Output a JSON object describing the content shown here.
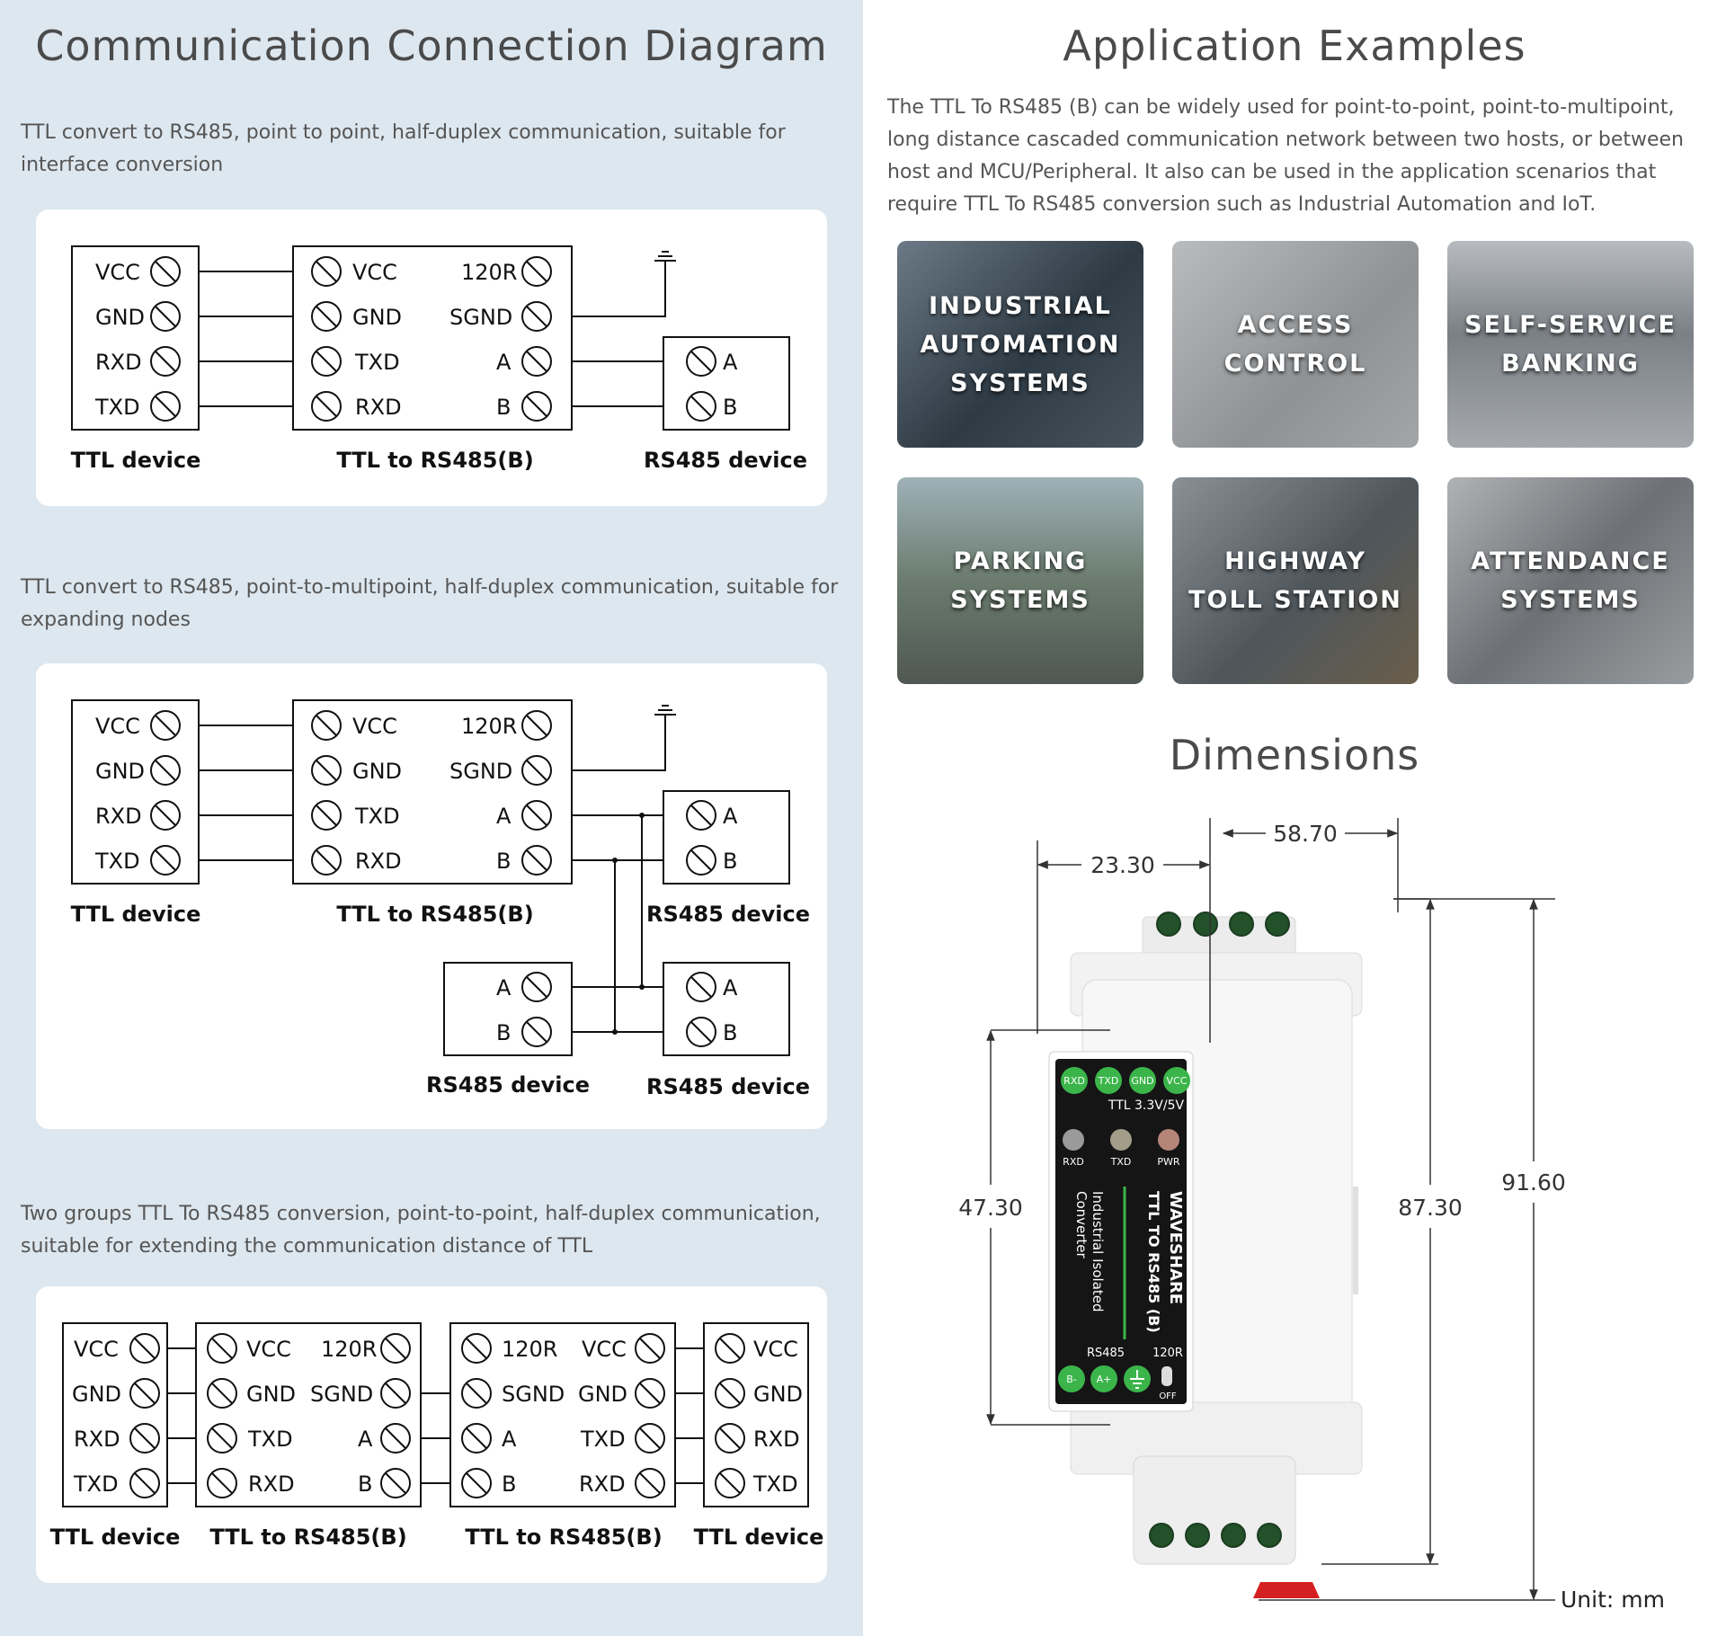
{
  "left": {
    "title": "Communication Connection Diagram",
    "sections": [
      {
        "desc": "TTL convert to RS485, point to point, half-duplex communication, suitable for interface conversion"
      },
      {
        "desc": "TTL convert to RS485, point-to-multipoint, half-duplex communication, suitable for expanding nodes"
      },
      {
        "desc": "Two groups TTL To RS485 conversion, point-to-point, half-duplex communication, suitable for extending the communication distance of TTL"
      }
    ],
    "labels": {
      "ttl_device": "TTL device",
      "converter": "TTL to RS485(B)",
      "rs485_device": "RS485 device",
      "vcc": "VCC",
      "gnd": "GND",
      "rxd": "RXD",
      "txd": "TXD",
      "r120": "120R",
      "sgnd": "SGND",
      "a": "A",
      "b": "B"
    }
  },
  "right": {
    "title": "Application Examples",
    "desc": "The TTL To RS485 (B) can be widely used for point-to-point, point-to-multipoint, long distance cascaded communication network between two hosts, or between host and MCU/Peripheral. It also can be used in the application scenarios that require TTL To RS485 conversion such as Industrial Automation and IoT.",
    "tiles": [
      {
        "label": "INDUSTRIAL\nAUTOMATION\nSYSTEMS",
        "color": "#3c4a55"
      },
      {
        "label": "ACCESS\nCONTROL",
        "color": "#9a9c9e"
      },
      {
        "label": "SELF-SERVICE\nBANKING",
        "color": "#8e9296"
      },
      {
        "label": "PARKING\nSYSTEMS",
        "color": "#6f7c74"
      },
      {
        "label": "HIGHWAY\nTOLL STATION",
        "color": "#5d656b"
      },
      {
        "label": "ATTENDANCE\nSYSTEMS",
        "color": "#8d9094"
      }
    ],
    "dimensions_title": "Dimensions",
    "dims": {
      "w1": "58.70",
      "w2": "23.30",
      "h1": "47.30",
      "h2": "87.30",
      "h3": "91.60",
      "unit": "Unit:  mm"
    },
    "device_text": {
      "pins_top": [
        "RXD",
        "TXD",
        "GND",
        "VCC"
      ],
      "ttl_label": "TTL   3.3V/5V",
      "leds": [
        "RXD",
        "TXD",
        "PWR"
      ],
      "brand": "WAVESHARE",
      "model": "TTL TO RS485 (B)",
      "line1": "Industrial Isolated",
      "line2": "Converter",
      "rs485": "RS485",
      "r120": "120R",
      "off": "OFF",
      "pins_bottom": [
        "B-",
        "A+"
      ]
    }
  },
  "colors": {
    "pin_green": "#3bb54a",
    "accent_red": "#d42020"
  }
}
